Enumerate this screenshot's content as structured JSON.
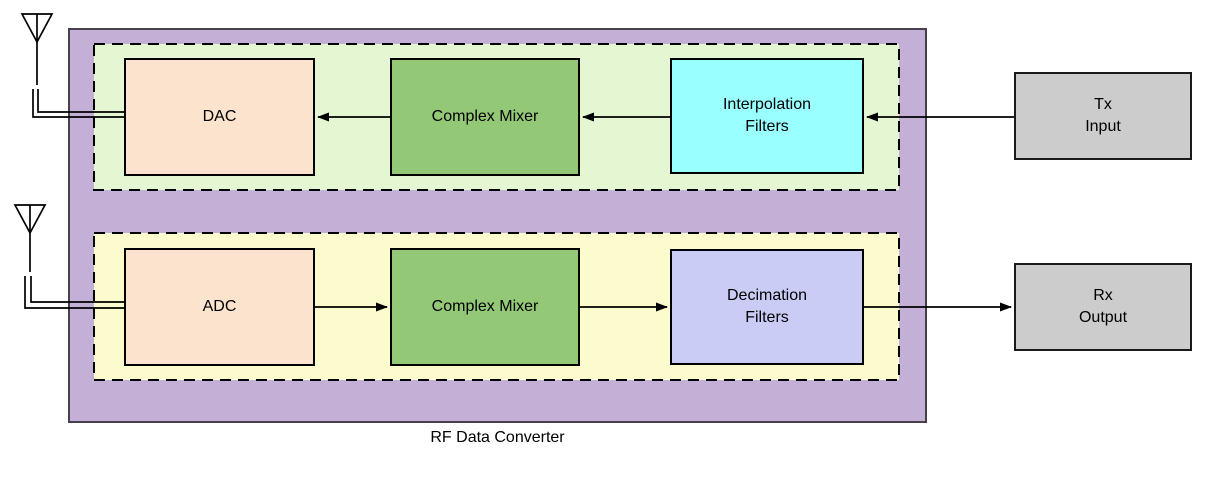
{
  "figure": {
    "title": "RF Data Converter",
    "blocks": {
      "dac": "DAC",
      "adc": "ADC",
      "tx_mixer": "Complex Mixer",
      "rx_mixer": "Complex Mixer",
      "interpolation": {
        "line1": "Interpolation",
        "line2": "Filters"
      },
      "decimation": {
        "line1": "Decimation",
        "line2": "Filters"
      },
      "tx_input": {
        "line1": "Tx",
        "line2": "Input"
      },
      "rx_output": {
        "line1": "Rx",
        "line2": "Output"
      }
    },
    "icons": [
      {
        "name": "tx-antenna-icon"
      },
      {
        "name": "rx-antenna-icon"
      }
    ],
    "connections": [
      {
        "from": "tx_input",
        "to": "interpolation",
        "direction": "left"
      },
      {
        "from": "interpolation",
        "to": "tx_mixer",
        "direction": "left"
      },
      {
        "from": "tx_mixer",
        "to": "dac",
        "direction": "left"
      },
      {
        "from": "adc",
        "to": "rx_mixer",
        "direction": "right"
      },
      {
        "from": "rx_mixer",
        "to": "decimation",
        "direction": "right"
      },
      {
        "from": "decimation",
        "to": "rx_output",
        "direction": "right"
      }
    ],
    "colors": {
      "container_fill": "#C4AFD6",
      "container_stroke": "#45404A",
      "tx_zone_fill": "#E4F6D2",
      "rx_zone_fill": "#FBFBCE",
      "converter_fill": "#FBE3CD",
      "mixer_fill": "#92C876",
      "interpolation_fill": "#99FFFF",
      "decimation_fill": "#CBCCF5",
      "io_fill": "#CCCCCC",
      "line_stroke": "#000000"
    }
  }
}
